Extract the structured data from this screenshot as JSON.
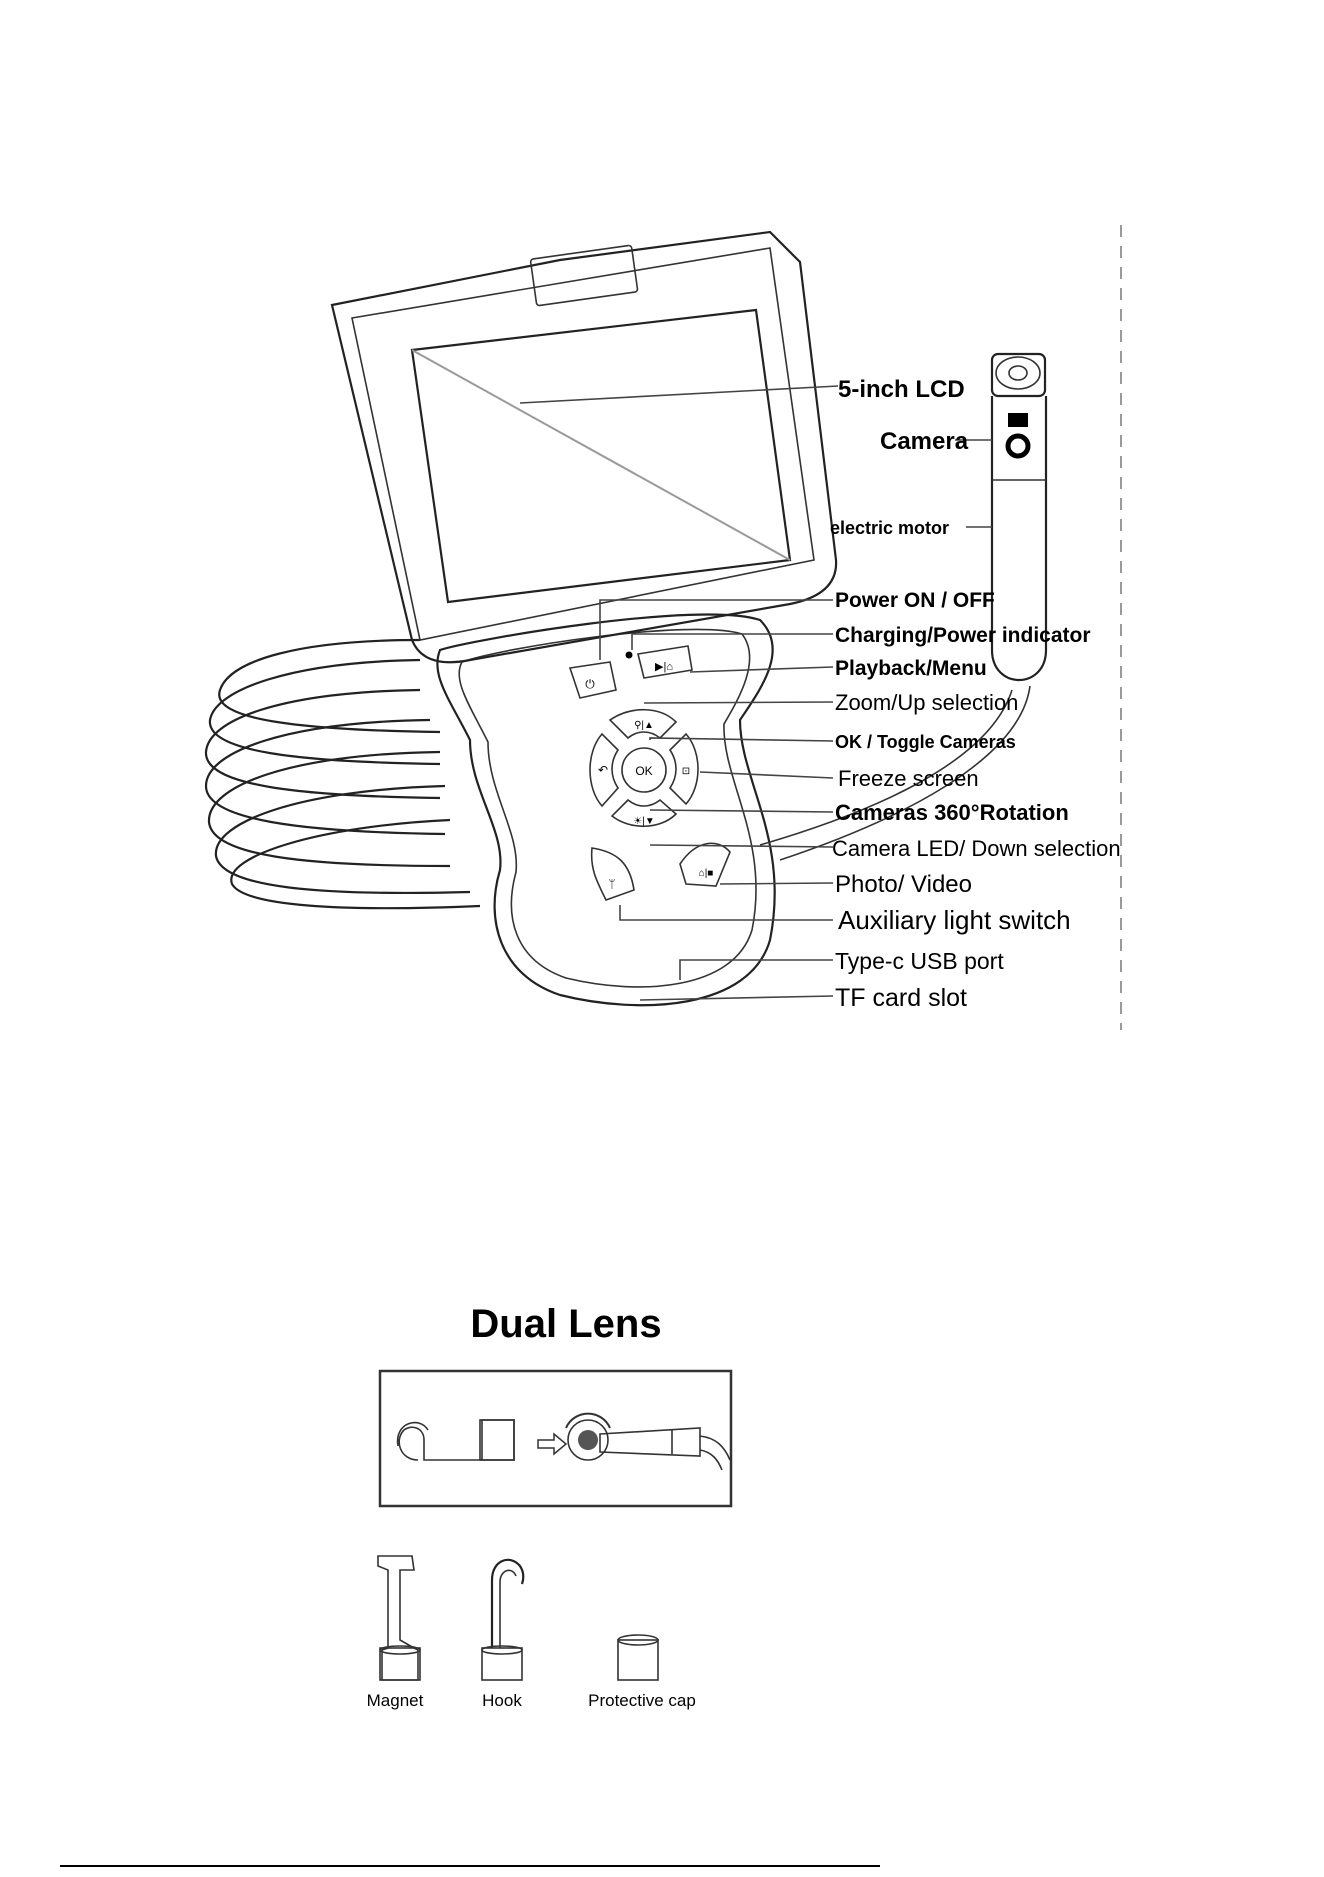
{
  "device_labels": {
    "lcd": "5-inch LCD",
    "camera": "Camera",
    "motor": "electric motor",
    "power": "Power ON / OFF",
    "charging": "Charging/Power indicator",
    "playback": "Playback/Menu",
    "zoom": "Zoom/Up selection",
    "ok": "OK / Toggle Cameras",
    "freeze": "Freeze screen",
    "rotation": "Cameras 360°Rotation",
    "camera_led": "Camera LED/ Down selection",
    "photo_video": "Photo/ Video",
    "aux_light": "Auxiliary light switch",
    "usb": "Type-c USB port",
    "tf": "TF card slot"
  },
  "button_glyphs": {
    "ok": "OK"
  },
  "dual_lens": {
    "title": "Dual Lens",
    "accessories": [
      "Magnet",
      "Hook",
      "Protective cap"
    ]
  },
  "colors": {
    "line": "#222222",
    "background": "#ffffff"
  }
}
